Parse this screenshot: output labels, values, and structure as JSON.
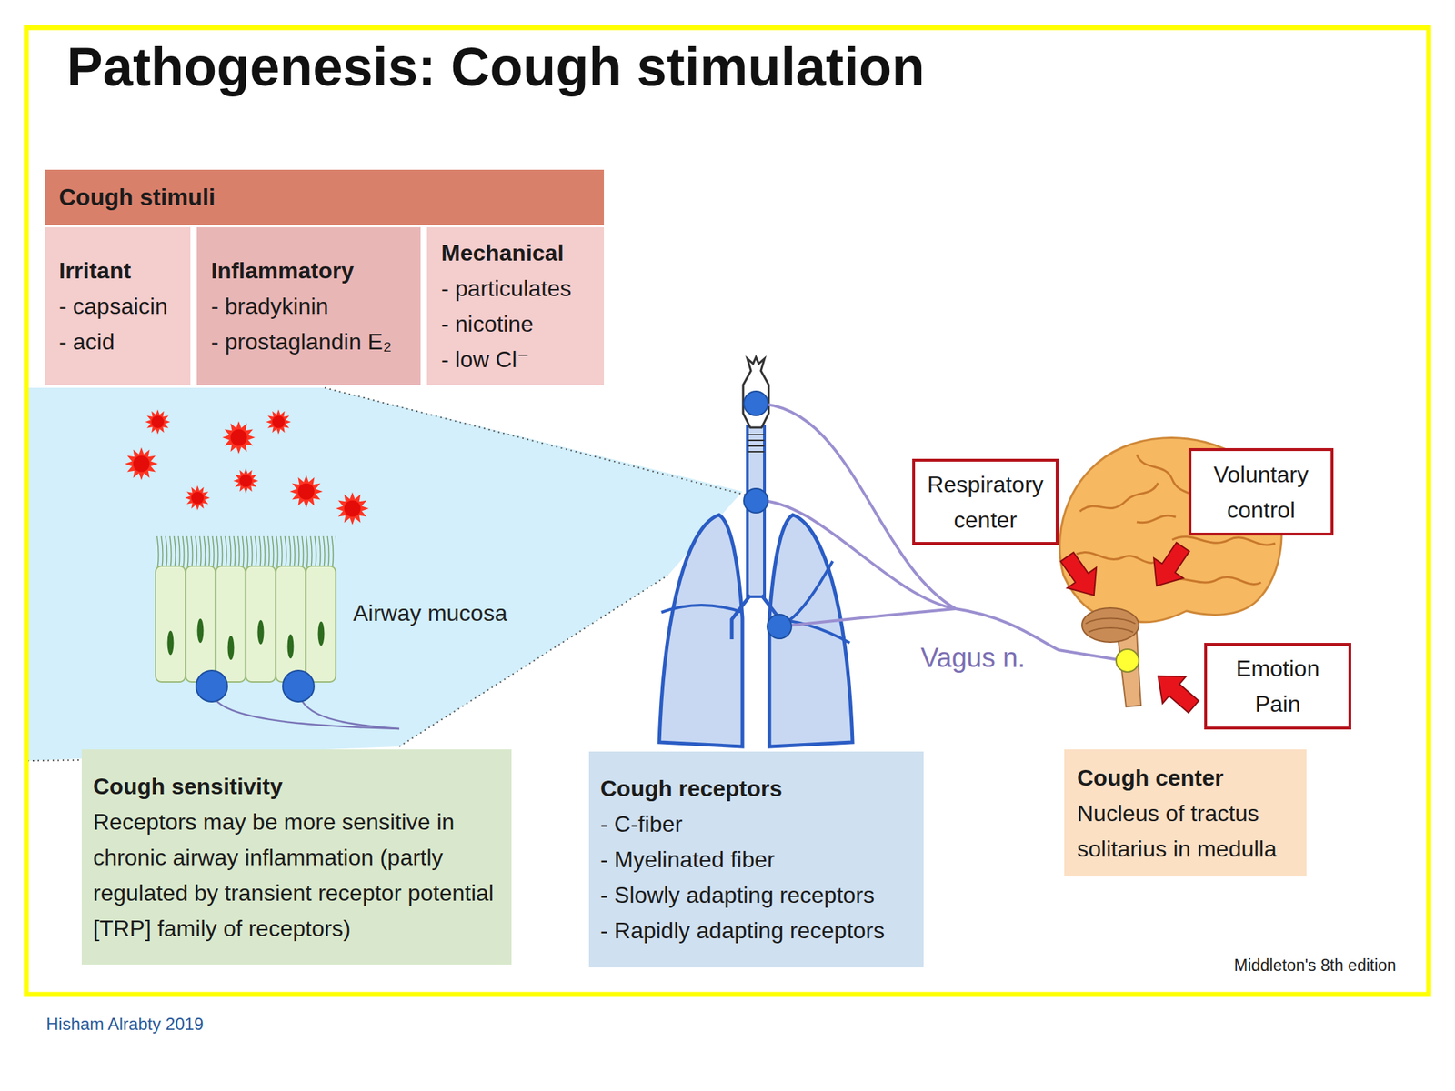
{
  "diagram": {
    "title": "Pathogenesis: Cough stimulation",
    "nodes": [
      {
        "text": [
          "Cough stimuli"
        ]
      },
      {
        "text": [
          "Irritant",
          "- capsaicin",
          "- acid"
        ],
        "in": 0
      },
      {
        "text": [
          "Inflammatory",
          "- bradykinin",
          "- prostaglandin E₂"
        ],
        "in": 0
      },
      {
        "text": [
          "Mechanical",
          "- particulates",
          "- nicotine",
          "- low Cl⁻"
        ],
        "in": 0
      },
      {
        "text": [
          "Respiratory center"
        ]
      },
      {
        "text": [
          "Voluntary control"
        ]
      },
      {
        "text": [
          "Emotion Pain"
        ]
      },
      {
        "text": [
          "Cough sensitivity",
          "Receptors may be more sensitive in chronic airway inflammation (partly regulated by transient receptor potential [TRP] family of receptors)"
        ]
      },
      {
        "text": [
          "Cough receptors",
          "- C-fiber",
          "- Myelinated fiber",
          "- Slowly adapting receptors",
          "- Rapidly adapting receptors"
        ]
      },
      {
        "text": [
          "Cough center",
          "Nucleus of tractus solitarius in medulla"
        ]
      }
    ],
    "labels": [
      "Airway mucosa",
      "Vagus n.",
      "Middleton's 8th edition",
      "Hisham Alrabty 2019"
    ]
  }
}
